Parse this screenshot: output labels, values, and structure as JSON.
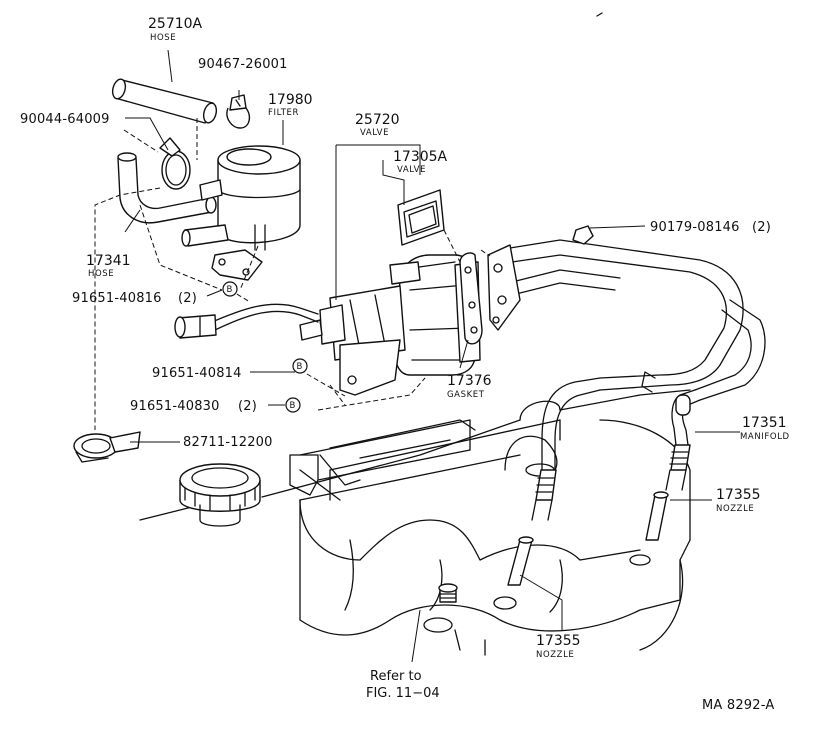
{
  "callouts": {
    "hose_25710a": {
      "number": "25710A",
      "name": "HOSE"
    },
    "clip_90467": {
      "number": "90467-26001"
    },
    "filter_17980": {
      "number": "17980",
      "name": "FILTER"
    },
    "clamp_90044": {
      "number": "90044-64009"
    },
    "valve_25720": {
      "number": "25720",
      "name": "VALVE"
    },
    "valve_17305a": {
      "number": "17305A",
      "name": "VALVE"
    },
    "bolt_90179": {
      "number": "90179-08146",
      "qty": "(2)"
    },
    "hose_17341": {
      "number": "17341",
      "name": "HOSE"
    },
    "bolt_91651_40816": {
      "number": "91651-40816",
      "qty": "(2)",
      "marker": "B"
    },
    "bolt_91651_40814": {
      "number": "91651-40814",
      "marker": "B"
    },
    "gasket_17376": {
      "number": "17376",
      "name": "GASKET"
    },
    "bolt_91651_40830": {
      "number": "91651-40830",
      "qty": "(2)",
      "marker": "B"
    },
    "manifold_17351": {
      "number": "17351",
      "name": "MANIFOLD"
    },
    "clamp_82711": {
      "number": "82711-12200"
    },
    "nozzle_17355_right": {
      "number": "17355",
      "name": "NOZZLE"
    },
    "nozzle_17355_bottom": {
      "number": "17355",
      "name": "NOZZLE"
    }
  },
  "reference": {
    "line1": "Refer to",
    "line2": "FIG. 11−04"
  },
  "figure_code": "MA 8292-A"
}
